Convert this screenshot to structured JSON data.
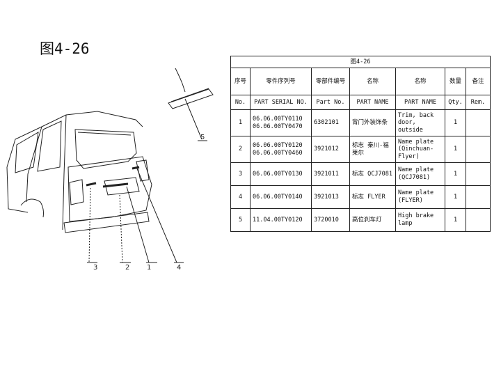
{
  "figure_title": "图4-26",
  "table": {
    "caption": "图4-26",
    "headers_cn": {
      "no": "序号",
      "serial": "零件序列号",
      "part_no": "零部件编号",
      "name_cn": "名称",
      "name_en": "名称",
      "qty": "数量",
      "rem": "备注"
    },
    "headers_en": {
      "no": "No.",
      "serial": "PART SERIAL NO.",
      "part_no": "Part No.",
      "name_cn": "PART NAME",
      "name_en": "PART NAME",
      "qty": "Qty.",
      "rem": "Rem."
    },
    "rows": [
      {
        "no": "1",
        "serial_1": "06.06.00TY0110",
        "serial_2": "06.06.00TY0470",
        "part_no": "6302101",
        "name_cn": "背门外装饰条",
        "name_en": "Trim, back door, outside",
        "qty": "1",
        "rem": ""
      },
      {
        "no": "2",
        "serial_1": "06.06.00TY0120",
        "serial_2": "06.06.00TY0460",
        "part_no": "3921012",
        "name_cn": "标志 秦川-福莱尔",
        "name_en": "Name plate (Qinchuan-Flyer)",
        "qty": "1",
        "rem": ""
      },
      {
        "no": "3",
        "serial_1": "06.06.00TY0130",
        "serial_2": "",
        "part_no": "3921011",
        "name_cn": "标志 QCJ7081",
        "name_en": "Name plate (QCJ7081)",
        "qty": "1",
        "rem": ""
      },
      {
        "no": "4",
        "serial_1": "06.06.00TY0140",
        "serial_2": "",
        "part_no": "3921013",
        "name_cn": "标志 FLYER",
        "name_en": "Name plate (FLYER)",
        "qty": "1",
        "rem": ""
      },
      {
        "no": "5",
        "serial_1": "11.04.00TY0120",
        "serial_2": "",
        "part_no": "3720010",
        "name_cn": "高位刹车灯",
        "name_en": "High brake lamp",
        "qty": "1",
        "rem": ""
      }
    ]
  },
  "callouts": [
    "1",
    "2",
    "3",
    "4",
    "5"
  ]
}
